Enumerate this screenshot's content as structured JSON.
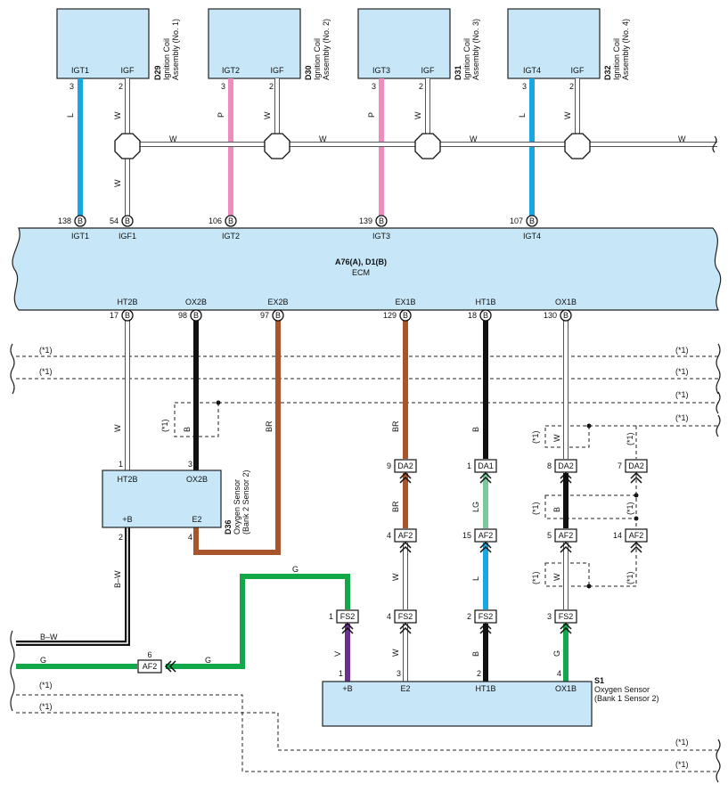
{
  "coils": [
    {
      "ref": "D29",
      "name_l1": "Ignition Coil",
      "name_l2": "Assembly (No. 1)",
      "p1": "IGT1",
      "p2": "IGF",
      "pin1": "3",
      "pin2": "2",
      "c1": "L",
      "c2": "W"
    },
    {
      "ref": "D30",
      "name_l1": "Ignition Coil",
      "name_l2": "Assembly (No. 2)",
      "p1": "IGT2",
      "p2": "IGF",
      "pin1": "3",
      "pin2": "2",
      "c1": "P",
      "c2": "W"
    },
    {
      "ref": "D31",
      "name_l1": "Ignition Coil",
      "name_l2": "Assembly (No. 3)",
      "p1": "IGT3",
      "p2": "IGF",
      "pin1": "3",
      "pin2": "2",
      "c1": "P",
      "c2": "W"
    },
    {
      "ref": "D32",
      "name_l1": "Ignition Coil",
      "name_l2": "Assembly (No. 4)",
      "p1": "IGT4",
      "p2": "IGF",
      "pin1": "3",
      "pin2": "2",
      "c1": "L",
      "c2": "W"
    }
  ],
  "bus_color": "W",
  "igf_color": "W",
  "ecm": {
    "ref": "A76(A), D1(B)",
    "name": "ECM",
    "top_pins": [
      {
        "num": "138",
        "b": "B",
        "label": "IGT1"
      },
      {
        "num": "54",
        "b": "B",
        "label": "IGF1"
      },
      {
        "num": "106",
        "b": "B",
        "label": "IGT2"
      },
      {
        "num": "139",
        "b": "B",
        "label": "IGT3"
      },
      {
        "num": "107",
        "b": "B",
        "label": "IGT4"
      }
    ],
    "bottom_pins": [
      {
        "num": "17",
        "b": "B",
        "label": "HT2B"
      },
      {
        "num": "98",
        "b": "B",
        "label": "OX2B"
      },
      {
        "num": "97",
        "b": "B",
        "label": "EX2B"
      },
      {
        "num": "129",
        "b": "B",
        "label": "EX1B"
      },
      {
        "num": "18",
        "b": "B",
        "label": "HT1B"
      },
      {
        "num": "130",
        "b": "B",
        "label": "OX1B"
      }
    ]
  },
  "note": "(*1)",
  "wire_colors": {
    "ht2b": "W",
    "ox2b_shield": "B",
    "ex2b": "BR",
    "ex1b": "BR",
    "ht1b": "B",
    "ox1b": "W"
  },
  "d36": {
    "ref": "D36",
    "name_l1": "Oxygen Sensor",
    "name_l2": "(Bank 2 Sensor 2)",
    "t1": "HT2B",
    "t2": "OX2B",
    "b1": "+B",
    "b2": "E2",
    "pin_t1": "1",
    "pin_t2": "3",
    "pin_b1": "2",
    "pin_b2": "4"
  },
  "s1": {
    "ref": "S1",
    "name_l1": "Oxygen Sensor",
    "name_l2": "(Bank 1 Sensor 2)",
    "t1": "+B",
    "t2": "E2",
    "t3": "HT1B",
    "t4": "OX1B",
    "pin1": "1",
    "pin2": "3",
    "pin3": "2",
    "pin4": "4"
  },
  "connectors": [
    {
      "pin": "9",
      "name": "DA2"
    },
    {
      "pin": "1",
      "name": "DA1"
    },
    {
      "pin": "8",
      "name": "DA2"
    },
    {
      "pin": "7",
      "name": "DA2"
    },
    {
      "pin": "4",
      "name": "AF2"
    },
    {
      "pin": "15",
      "name": "AF2"
    },
    {
      "pin": "5",
      "name": "AF2"
    },
    {
      "pin": "14",
      "name": "AF2"
    },
    {
      "pin": "1",
      "name": "FS2"
    },
    {
      "pin": "4",
      "name": "FS2"
    },
    {
      "pin": "2",
      "name": "FS2"
    },
    {
      "pin": "3",
      "name": "FS2"
    },
    {
      "pin": "6",
      "name": "AF2"
    }
  ],
  "mid_colors": {
    "br": "BR",
    "lg": "LG",
    "b": "B",
    "w": "W",
    "l": "L",
    "g": "G",
    "v": "V",
    "bw": "B–W"
  }
}
